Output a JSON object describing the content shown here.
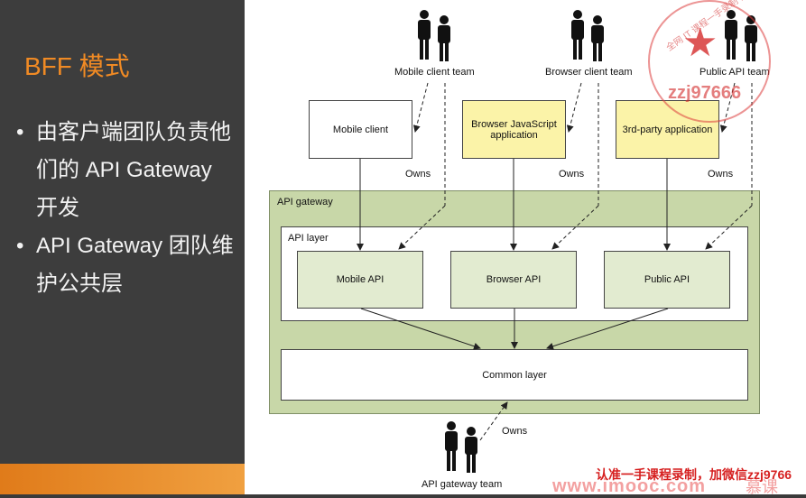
{
  "slide": {
    "title": "BFF 模式",
    "bullets": [
      "由客户端团队负责他们的 API Gateway 开发",
      "API Gateway 团队维护公共层"
    ]
  },
  "diagram": {
    "teams": {
      "mobile": "Mobile client team",
      "browser": "Browser client team",
      "public": "Public API team",
      "gateway": "API gateway team"
    },
    "clients": {
      "mobile": "Mobile client",
      "browser": "Browser JavaScript application",
      "third_party": "3rd-party application"
    },
    "owns_label": "Owns",
    "gateway_label": "API gateway",
    "api_layer_label": "API layer",
    "apis": {
      "mobile": "Mobile API",
      "browser": "Browser API",
      "public": "Public API"
    },
    "common_layer": "Common layer"
  },
  "watermark": {
    "stamp_text": "全网 IT 课程一手录制 微信",
    "stamp_code": "zzj97666",
    "bottom_text": "认准一手课程录制，加微信zzj9766",
    "url": "www.imooc.com",
    "logo": "慕课"
  },
  "colors": {
    "accent": "#f08a24",
    "gateway_fill": "#c8d7a8",
    "api_box_fill": "#e2ebd0",
    "client_highlight": "#fbf3a8"
  }
}
